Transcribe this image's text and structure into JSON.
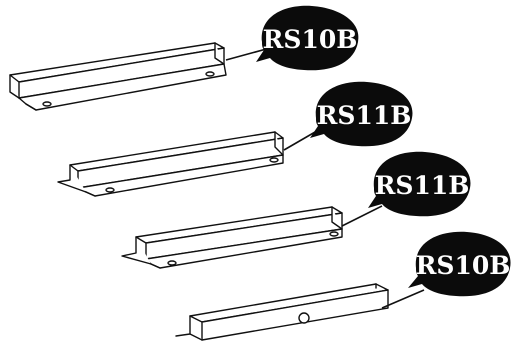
{
  "colors": {
    "ink": "#111111",
    "paper": "#ffffff",
    "bubble": "#0b0b0b"
  },
  "callouts": [
    {
      "id": "part-1",
      "label": "RS10B"
    },
    {
      "id": "part-2",
      "label": "RS11B"
    },
    {
      "id": "part-3",
      "label": "RS11B"
    },
    {
      "id": "part-4",
      "label": "RS10B"
    }
  ]
}
